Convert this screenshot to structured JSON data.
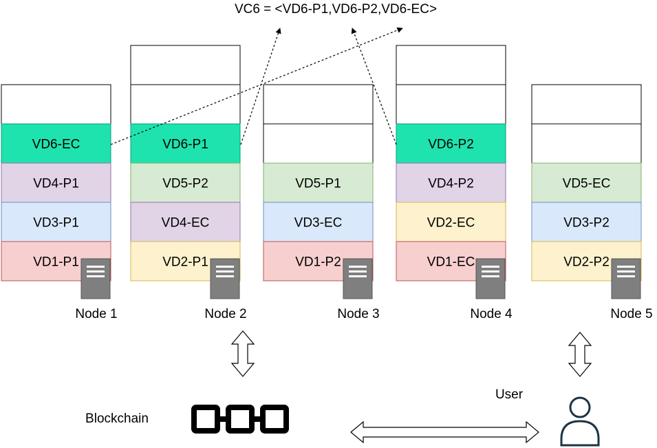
{
  "formula": "VC6 = <VD6-P1,VD6-P2,VD6-EC>",
  "nodes": [
    {
      "label": "Node 1",
      "cells": [
        "",
        "VD6-EC",
        "VD4-P1",
        "VD3-P1",
        "VD1-P1"
      ]
    },
    {
      "label": "Node 2",
      "cells": [
        "",
        "",
        "VD6-P1",
        "VD5-P2",
        "VD4-EC",
        "VD2-P1"
      ]
    },
    {
      "label": "Node 3",
      "cells": [
        "",
        "",
        "VD5-P1",
        "VD3-EC",
        "VD1-P2"
      ]
    },
    {
      "label": "Node 4",
      "cells": [
        "",
        "",
        "VD6-P2",
        "VD4-P2",
        "VD2-EC",
        "VD1-EC"
      ]
    },
    {
      "label": "Node 5",
      "cells": [
        "",
        "",
        "VD5-EC",
        "VD3-P2",
        "VD2-P2"
      ]
    }
  ],
  "blockchain_label": "Blockchain",
  "user_label": "User",
  "colors": {
    "VD6": "#1ee3ae",
    "VD5": "#d7ead3",
    "VD4": "#e1d4e7",
    "VD3": "#dae8fb",
    "VD2": "#fdf2cd",
    "VD1": "#f8cfcf",
    "empty": "#ffffff",
    "server": "#7f7f7f",
    "user_icon": "#1c3344"
  },
  "icons": [
    "server-icon",
    "blockchain-chain-icon",
    "user-icon"
  ]
}
